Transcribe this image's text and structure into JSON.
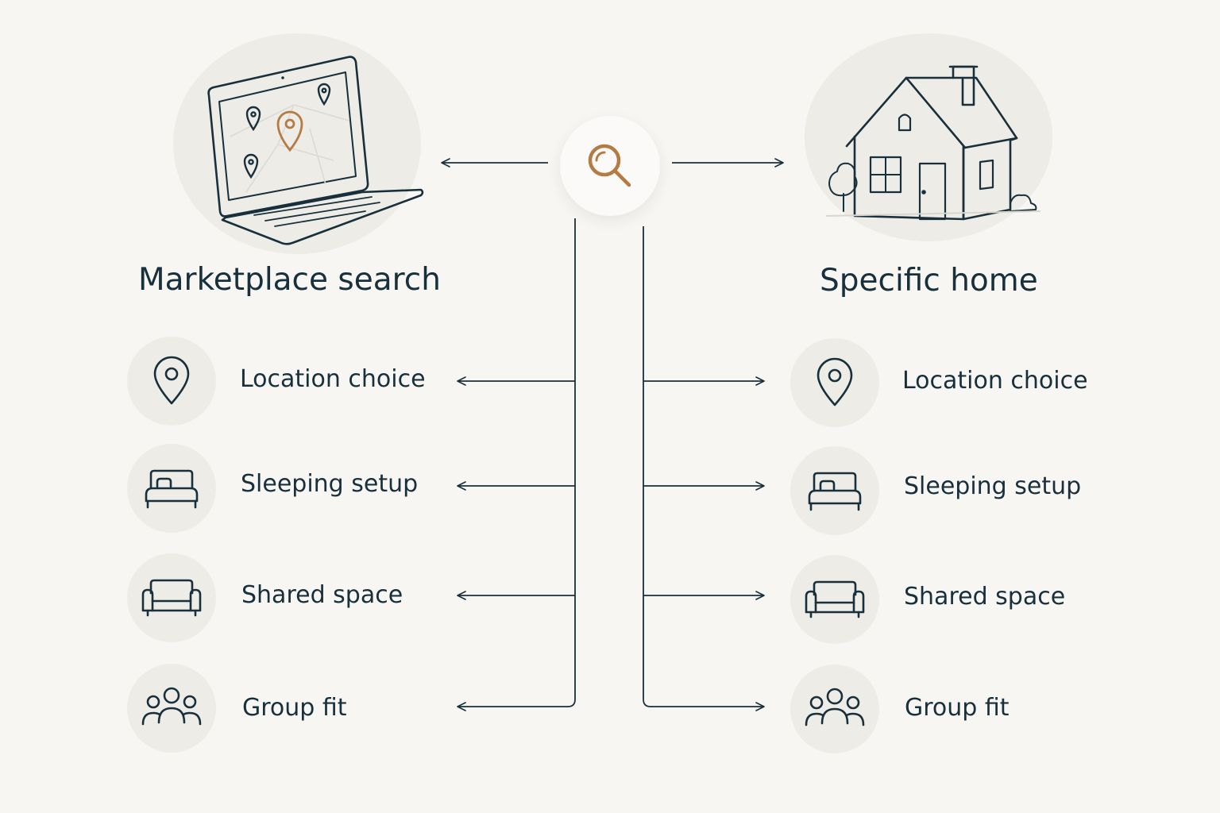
{
  "colors": {
    "background": "#f7f6f3",
    "ink": "#18303c",
    "accent": "#b57b45",
    "icon_circle": "#eeece7"
  },
  "center": {
    "icon": "magnifier-icon"
  },
  "left": {
    "title": "Marketplace search",
    "hero_icon": "laptop-map-icon",
    "items": [
      {
        "label": "Location choice",
        "icon": "location-pin-icon"
      },
      {
        "label": "Sleeping setup",
        "icon": "bed-icon"
      },
      {
        "label": "Shared space",
        "icon": "sofa-icon"
      },
      {
        "label": "Group fit",
        "icon": "group-icon"
      }
    ]
  },
  "right": {
    "title": "Specific home",
    "hero_icon": "house-icon",
    "items": [
      {
        "label": "Location choice",
        "icon": "location-pin-icon"
      },
      {
        "label": "Sleeping setup",
        "icon": "bed-icon"
      },
      {
        "label": "Shared space",
        "icon": "sofa-icon"
      },
      {
        "label": "Group fit",
        "icon": "group-icon"
      }
    ]
  }
}
